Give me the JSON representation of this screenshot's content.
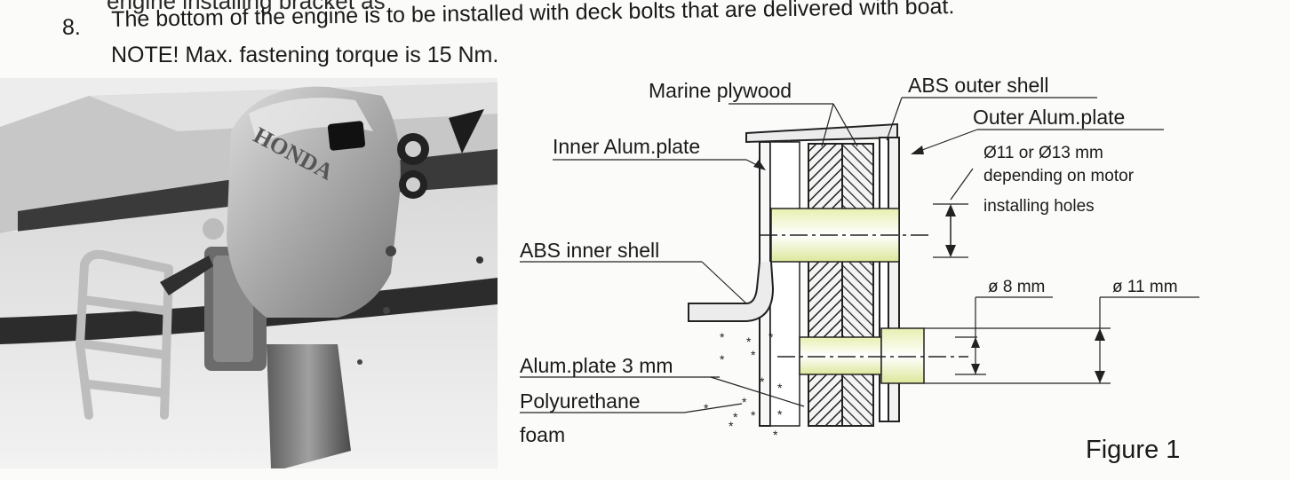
{
  "instructions": {
    "partial_previous_line": "engine installing bracket as",
    "item_number": "8.",
    "item_text": "The bottom of the engine is to be installed with deck bolts that are delivered with boat.",
    "note": "NOTE! Max. fastening torque is 15 Nm."
  },
  "photo": {
    "brand_text": "HONDA"
  },
  "diagram": {
    "labels": {
      "marine_plywood": "Marine plywood",
      "abs_outer_shell": "ABS outer shell",
      "outer_alum_plate": "Outer Alum.plate",
      "inner_alum_plate": "Inner Alum.plate",
      "hole_size_line1": "Ø11 or Ø13 mm",
      "hole_size_line2": "depending on motor",
      "hole_size_line3": "installing holes",
      "abs_inner_shell": "ABS inner shell",
      "dia_8": "ø 8 mm",
      "dia_11": "ø 11 mm",
      "alum_plate_3mm": "Alum.plate 3 mm",
      "polyurethane": "Polyurethane",
      "foam": "foam"
    },
    "caption": "Figure 1"
  }
}
